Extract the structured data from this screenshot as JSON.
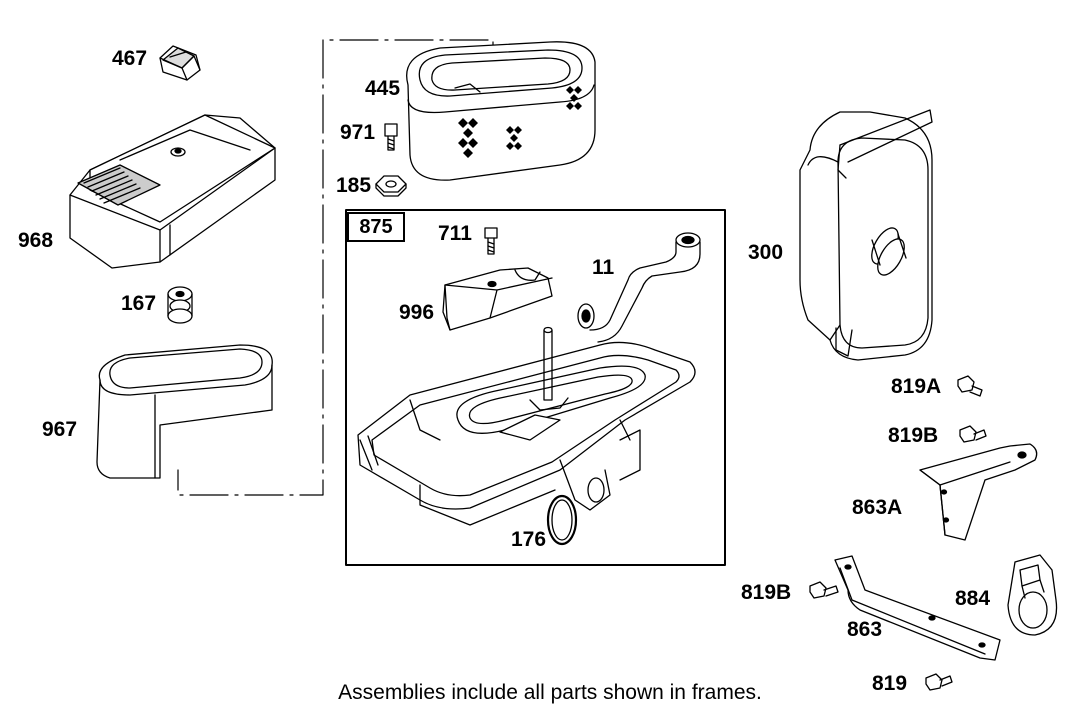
{
  "labels": {
    "p467": "467",
    "p968": "968",
    "p167": "167",
    "p967": "967",
    "p445": "445",
    "p971": "971",
    "p185": "185",
    "p875": "875",
    "p711": "711",
    "p11": "11",
    "p996": "996",
    "p176": "176",
    "p300": "300",
    "p819a": "819A",
    "p819b_top": "819B",
    "p863a": "863A",
    "p819b_bot": "819B",
    "p863": "863",
    "p884": "884",
    "p819": "819"
  },
  "caption": "Assemblies include all parts shown in frames."
}
